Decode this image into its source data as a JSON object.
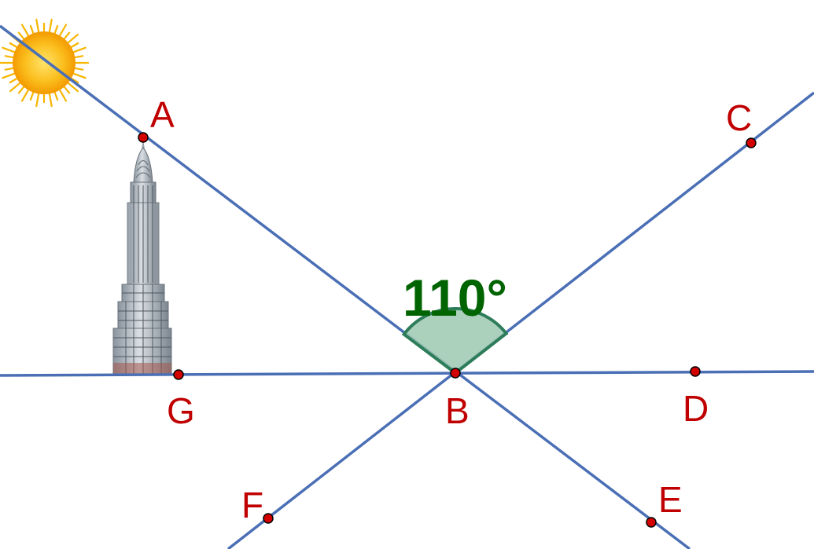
{
  "diagram": {
    "angle_label": "110°",
    "points": {
      "A": "A",
      "B": "B",
      "C": "C",
      "D": "D",
      "E": "E",
      "F": "F",
      "G": "G"
    },
    "sun_icon": "sun-icon",
    "building_icon": "skyscraper-icon",
    "colors": {
      "line": "#4a6fb5",
      "point_fill": "#d40000",
      "label": "#c00000",
      "angle_fill": "#9cc9b0",
      "angle_stroke": "#2e7d5a",
      "angle_text": "#006400",
      "sun": "#f7b500"
    }
  }
}
